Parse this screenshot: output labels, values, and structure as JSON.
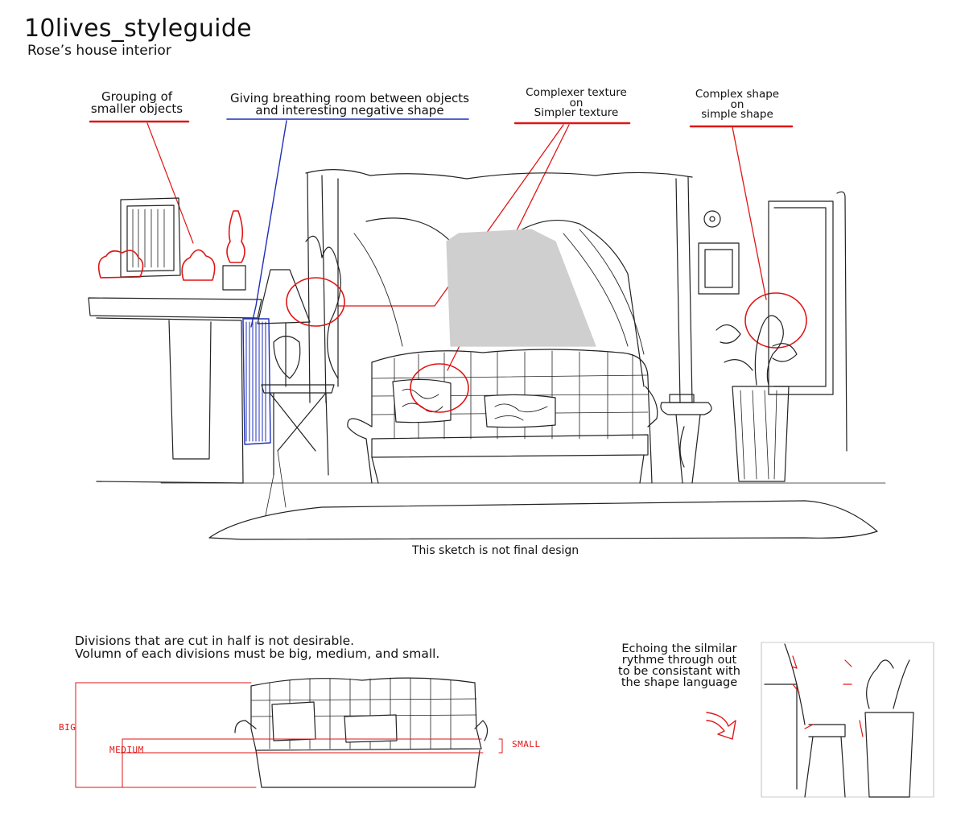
{
  "header": {
    "title": "10lives_styleguide",
    "subtitle": "Rose’s house interior"
  },
  "annotations": {
    "grouping": [
      "Grouping of",
      "smaller objects"
    ],
    "breathing": [
      "Giving breathing room between objects",
      "and interesting negative shape"
    ],
    "texture": [
      "Complexer texture",
      "on",
      "Simpler texture"
    ],
    "shape": [
      "Complex shape",
      "on",
      "simple shape"
    ]
  },
  "caption": "This sketch is not final design",
  "divisions": {
    "line1": "Divisions that are cut in half is not desirable.",
    "line2": "Volumn of each divisions must be big, medium, and small.",
    "big": "BIG",
    "medium": "MEDIUM",
    "small": "SMALL"
  },
  "echo": [
    "Echoing the silmilar",
    "rythme through out",
    "to be consistant with",
    "the shape language"
  ],
  "colors": {
    "ink": "#222222",
    "red": "#e01616",
    "blue": "#1f2fb8",
    "gray_fill": "#cfcfcf"
  }
}
